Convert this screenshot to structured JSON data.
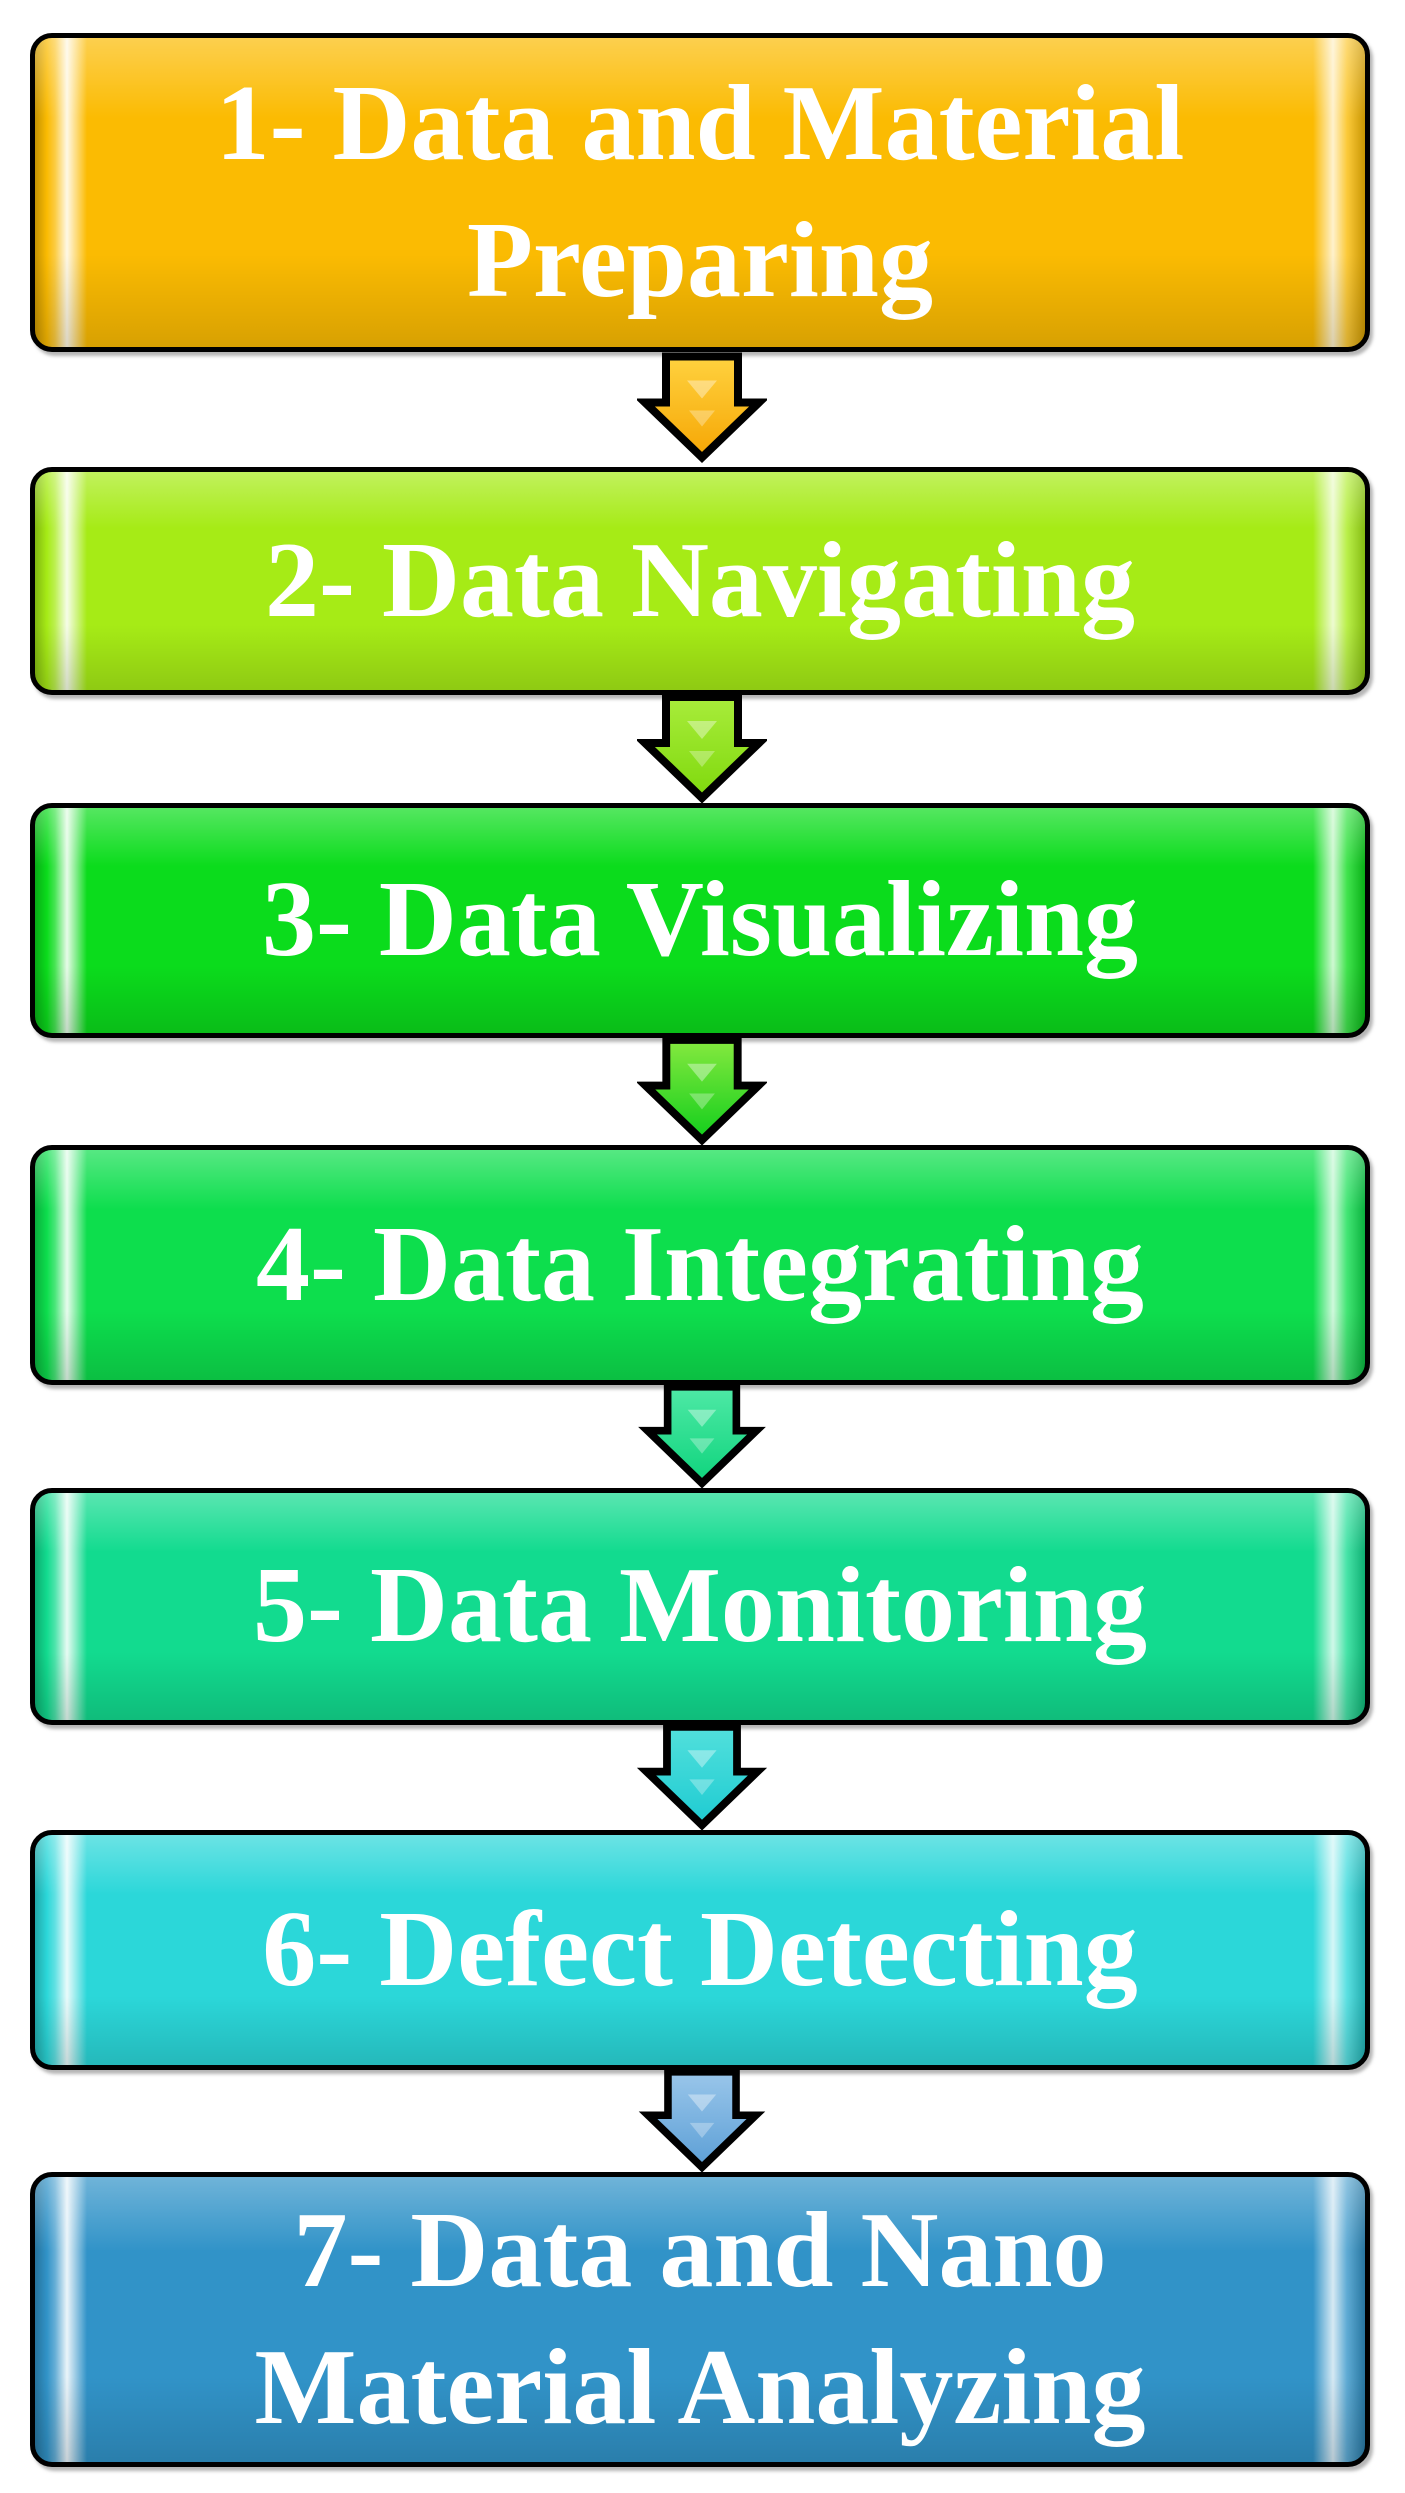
{
  "background": "#FFFFFF",
  "border_color": "#000000",
  "text_color": "#FFFFFF",
  "steps": [
    {
      "lines": [
        "1- Data and Material",
        "Preparing"
      ],
      "fill": "#FBBB02"
    },
    {
      "lines": [
        "2- Data Navigating"
      ],
      "fill": "#A6EB16"
    },
    {
      "lines": [
        "3- Data Visualizing"
      ],
      "fill": "#0BDC1C"
    },
    {
      "lines": [
        "4- Data Integrating"
      ],
      "fill": "#0DDE4D"
    },
    {
      "lines": [
        "5- Data Monitoring"
      ],
      "fill": "#12DB8F"
    },
    {
      "lines": [
        "6- Defect Detecting"
      ],
      "fill": "#2BD7D9"
    },
    {
      "lines": [
        "7- Data and Nano",
        "Material Analyzing"
      ],
      "fill": "#3193C8"
    }
  ],
  "arrows": [
    {
      "top": "#FFD23F",
      "bottom": "#F6A604"
    },
    {
      "top": "#A9EC3B",
      "bottom": "#7FD90D"
    },
    {
      "top": "#86E93F",
      "bottom": "#11CE1C"
    },
    {
      "top": "#4FE9A6",
      "bottom": "#0FD47D"
    },
    {
      "top": "#52E0DC",
      "bottom": "#1ECBD2"
    },
    {
      "top": "#9AC6EA",
      "bottom": "#5C9FD6"
    }
  ]
}
